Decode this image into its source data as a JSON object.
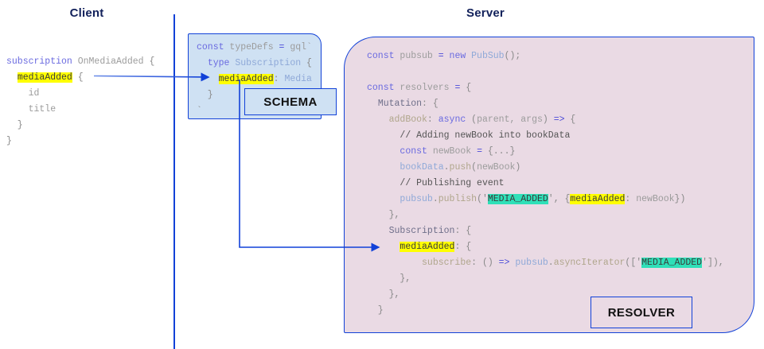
{
  "columns": {
    "client_title": "Client",
    "server_title": "Server"
  },
  "client_code": {
    "lines": [
      [
        {
          "t": "subscription ",
          "c": "kw"
        },
        {
          "t": "OnMediaAdded",
          "c": "id"
        },
        {
          "t": " {",
          "c": "punc"
        }
      ],
      [
        {
          "t": "  ",
          "c": "punc"
        },
        {
          "t": "mediaAdded",
          "c": "hl-y"
        },
        {
          "t": " {",
          "c": "punc"
        }
      ],
      [
        {
          "t": "    id",
          "c": "id"
        }
      ],
      [
        {
          "t": "    title",
          "c": "id"
        }
      ],
      [
        {
          "t": "  }",
          "c": "punc"
        }
      ],
      [
        {
          "t": "}",
          "c": "punc"
        }
      ]
    ]
  },
  "schema": {
    "label": "SCHEMA",
    "lines": [
      [
        {
          "t": "const ",
          "c": "kw"
        },
        {
          "t": "typeDefs ",
          "c": "id"
        },
        {
          "t": "= ",
          "c": "op"
        },
        {
          "t": "gql`",
          "c": "id"
        }
      ],
      [
        {
          "t": "  ",
          "c": "punc"
        },
        {
          "t": "type ",
          "c": "kw"
        },
        {
          "t": "Subscription",
          "c": "cls"
        },
        {
          "t": " {",
          "c": "punc"
        }
      ],
      [
        {
          "t": "    ",
          "c": "punc"
        },
        {
          "t": "mediaAdded",
          "c": "hl-y"
        },
        {
          "t": ": ",
          "c": "punc"
        },
        {
          "t": "Media",
          "c": "cls"
        }
      ],
      [
        {
          "t": "  }",
          "c": "punc"
        }
      ],
      [
        {
          "t": "`",
          "c": "punc"
        }
      ]
    ]
  },
  "resolver": {
    "label": "RESOLVER",
    "lines": [
      [
        {
          "t": "const ",
          "c": "kw"
        },
        {
          "t": "pubsub ",
          "c": "id"
        },
        {
          "t": "= ",
          "c": "op"
        },
        {
          "t": "new ",
          "c": "kw"
        },
        {
          "t": "PubSub",
          "c": "cls"
        },
        {
          "t": "();",
          "c": "punc"
        }
      ],
      [
        {
          "t": "",
          "c": "punc"
        }
      ],
      [
        {
          "t": "const ",
          "c": "kw"
        },
        {
          "t": "resolvers ",
          "c": "id"
        },
        {
          "t": "= ",
          "c": "op"
        },
        {
          "t": "{",
          "c": "punc"
        }
      ],
      [
        {
          "t": "  ",
          "c": "punc"
        },
        {
          "t": "Mutation",
          "c": "plain"
        },
        {
          "t": ": {",
          "c": "punc"
        }
      ],
      [
        {
          "t": "    ",
          "c": "punc"
        },
        {
          "t": "addBook",
          "c": "prop"
        },
        {
          "t": ": ",
          "c": "punc"
        },
        {
          "t": "async ",
          "c": "kw"
        },
        {
          "t": "(",
          "c": "punc"
        },
        {
          "t": "parent, args",
          "c": "id"
        },
        {
          "t": ") ",
          "c": "punc"
        },
        {
          "t": "=> ",
          "c": "op"
        },
        {
          "t": "{",
          "c": "punc"
        }
      ],
      [
        {
          "t": "      ",
          "c": "punc"
        },
        {
          "t": "// Adding newBook into bookData",
          "c": "cmt"
        }
      ],
      [
        {
          "t": "      ",
          "c": "punc"
        },
        {
          "t": "const ",
          "c": "kw"
        },
        {
          "t": "newBook ",
          "c": "id"
        },
        {
          "t": "= ",
          "c": "op"
        },
        {
          "t": "{...}",
          "c": "punc"
        }
      ],
      [
        {
          "t": "      ",
          "c": "punc"
        },
        {
          "t": "bookData",
          "c": "cls"
        },
        {
          "t": ".",
          "c": "punc"
        },
        {
          "t": "push",
          "c": "prop"
        },
        {
          "t": "(",
          "c": "punc"
        },
        {
          "t": "newBook",
          "c": "id"
        },
        {
          "t": ")",
          "c": "punc"
        }
      ],
      [
        {
          "t": "      ",
          "c": "punc"
        },
        {
          "t": "// Publishing event",
          "c": "cmt"
        }
      ],
      [
        {
          "t": "      ",
          "c": "punc"
        },
        {
          "t": "pubsub",
          "c": "cls"
        },
        {
          "t": ".",
          "c": "punc"
        },
        {
          "t": "publish",
          "c": "prop"
        },
        {
          "t": "('",
          "c": "punc"
        },
        {
          "t": "MEDIA_ADDED",
          "c": "hl-t"
        },
        {
          "t": "', {",
          "c": "punc"
        },
        {
          "t": "mediaAdded",
          "c": "hl-y"
        },
        {
          "t": ": ",
          "c": "punc"
        },
        {
          "t": "newBook",
          "c": "id"
        },
        {
          "t": "})",
          "c": "punc"
        }
      ],
      [
        {
          "t": "    },",
          "c": "punc"
        }
      ],
      [
        {
          "t": "    ",
          "c": "punc"
        },
        {
          "t": "Subscription",
          "c": "plain"
        },
        {
          "t": ": {",
          "c": "punc"
        }
      ],
      [
        {
          "t": "      ",
          "c": "punc"
        },
        {
          "t": "mediaAdded",
          "c": "hl-y"
        },
        {
          "t": ": {",
          "c": "punc"
        }
      ],
      [
        {
          "t": "          ",
          "c": "punc"
        },
        {
          "t": "subscribe",
          "c": "prop"
        },
        {
          "t": ": () ",
          "c": "punc"
        },
        {
          "t": "=> ",
          "c": "op"
        },
        {
          "t": "pubsub",
          "c": "cls"
        },
        {
          "t": ".",
          "c": "punc"
        },
        {
          "t": "asyncIterator",
          "c": "prop"
        },
        {
          "t": "(['",
          "c": "punc"
        },
        {
          "t": "MEDIA_ADDED",
          "c": "hl-t"
        },
        {
          "t": "']),",
          "c": "punc"
        }
      ],
      [
        {
          "t": "      },",
          "c": "punc"
        }
      ],
      [
        {
          "t": "    },",
          "c": "punc"
        }
      ],
      [
        {
          "t": "  }",
          "c": "punc"
        }
      ]
    ]
  },
  "colors": {
    "accent_blue": "#1141d8",
    "schema_panel_bg": "#cfe1f3",
    "resolver_panel_bg": "#eadae4",
    "highlight_yellow": "#ffff00",
    "highlight_teal": "#2fe0b8",
    "title_navy": "#12215b"
  }
}
